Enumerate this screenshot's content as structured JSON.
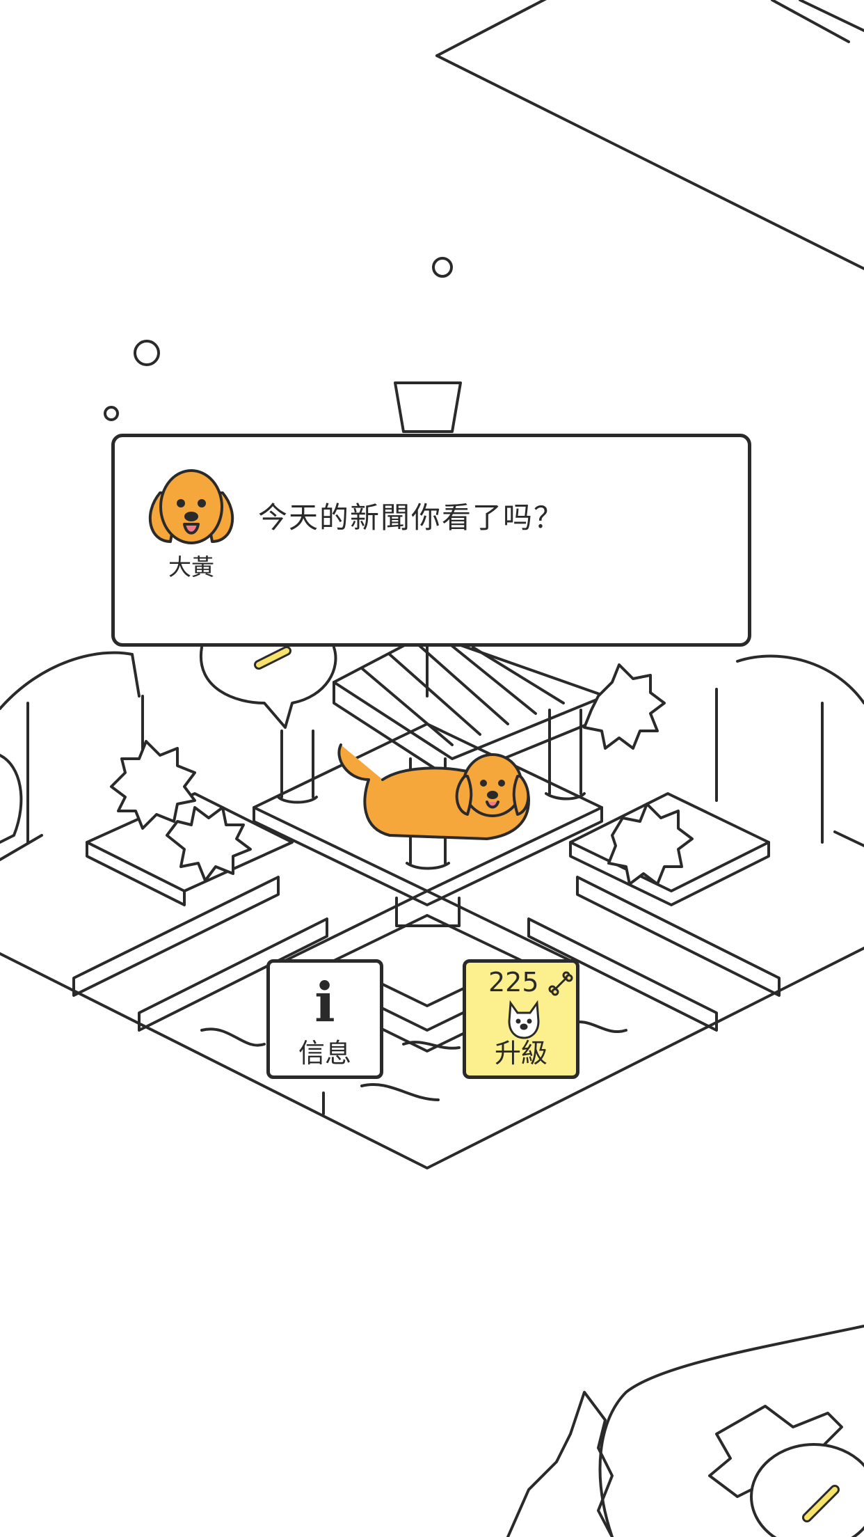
{
  "dialog": {
    "speaker_name": "大黃",
    "message": "今天的新聞你看了吗？"
  },
  "buttons": {
    "info_label": "信息",
    "info_icon": "info-icon",
    "upgrade_label": "升級",
    "upgrade_cost": "225",
    "upgrade_cost_icon": "bone-icon"
  },
  "colors": {
    "dog_orange": "#f5a73c",
    "upgrade_yellow": "#fbef8e",
    "bone_yellow": "#f7e36b",
    "line": "#2a2a2a"
  }
}
